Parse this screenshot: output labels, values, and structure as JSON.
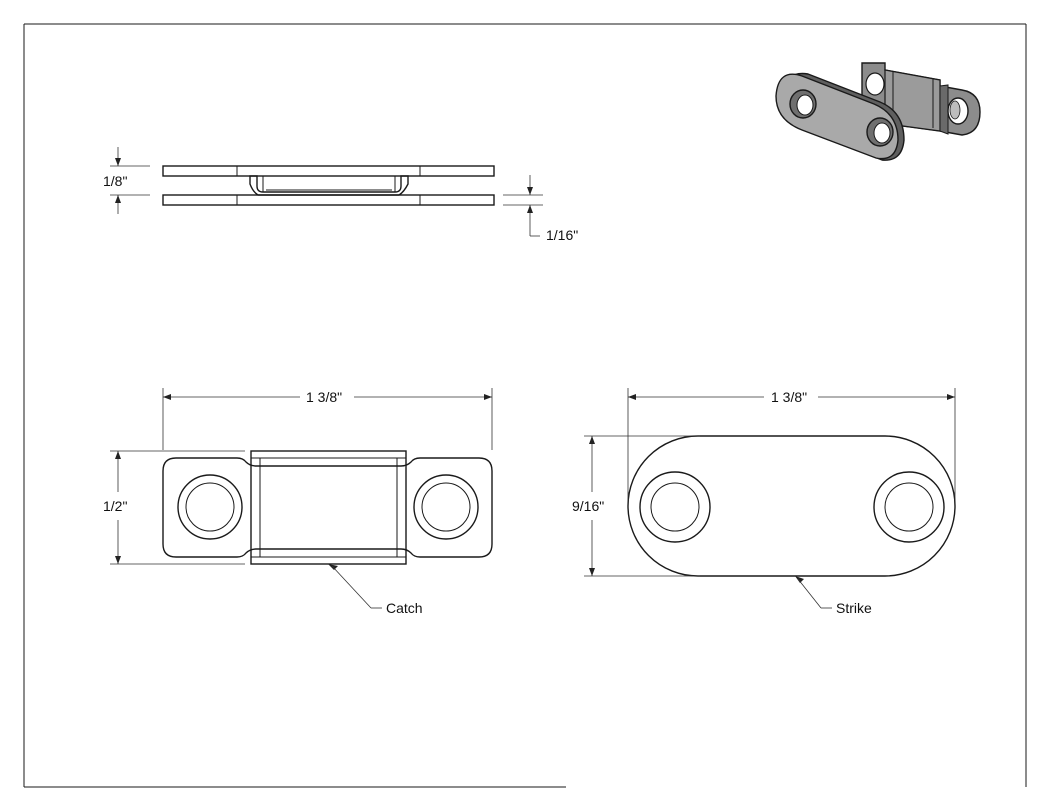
{
  "dimensions": {
    "side_height": "1/8\"",
    "gap": "1/16\"",
    "catch_length": "1 3/8\"",
    "catch_width": "1/2\"",
    "strike_length": "1 3/8\"",
    "strike_width": "9/16\""
  },
  "callouts": {
    "catch": "Catch",
    "strike": "Strike"
  },
  "colors": {
    "line": "#1a1a1a",
    "iso_dark": "#5f5f5f",
    "iso_mid": "#8c8c8c",
    "iso_light": "#a9a9a9"
  }
}
